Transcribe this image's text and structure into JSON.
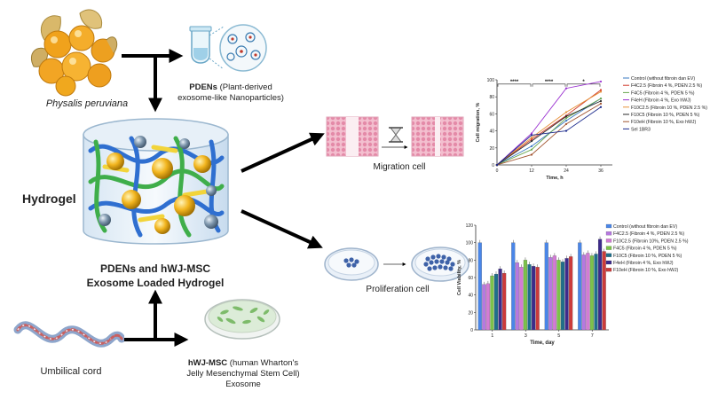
{
  "labels": {
    "physalis": "Physalis peruviana",
    "pdens_bold": "PDENs",
    "pdens_rest": " (Plant-derived exosome-like Nanoparticles)",
    "hydrogel": "Hydrogel",
    "hydrogel_caption_line1": "PDENs and hWJ-MSC",
    "hydrogel_caption_line2": "Exosome Loaded Hydrogel",
    "umbilical": "Umbilical cord",
    "hwj_bold": "hWJ-MSC",
    "hwj_rest": " (human Wharton's Jelly Mesenchymal Stem Cell) Exosome",
    "migration": "Migration cell",
    "proliferation": "Proliferation cell"
  },
  "migration_chart": {
    "ylabel": "Cell migration, %",
    "xlabel": "Time, h",
    "xticks": [
      "0",
      "12",
      "24",
      "36"
    ],
    "yticks": [
      "0",
      "20",
      "40",
      "60",
      "80",
      "100"
    ],
    "significance": [
      "****",
      "****",
      "*"
    ],
    "legend": [
      "Control (without fibroin dan EV)",
      "F4C2.5 (Fibroin 4 %, PDEN 2.5 %)",
      "F4C5 (Fibroin 4 %, PDEN 5 %)",
      "F4eH (Fibroin 4 %, Exo hWJ)",
      "F10C2.5 (Fibroin 10 %, PDEN 2.5 %)",
      "F10C5 (Fibroin 10 %, PDEN 5 %)",
      "F10eH (Fibroin 10 %, Exo hWJ)",
      "Sel 1BR3"
    ],
    "colors": [
      "#3a78c2",
      "#d1392b",
      "#6aa84f",
      "#9a30d0",
      "#e69138",
      "#2a2a2a",
      "#a0522d",
      "#1b2a8c"
    ]
  },
  "proliferation_chart": {
    "ylabel": "Cell Viability, %",
    "xlabel": "Time, day",
    "xticks": [
      "1",
      "3",
      "5",
      "7"
    ],
    "yticks": [
      "0",
      "20",
      "40",
      "60",
      "80",
      "100",
      "120"
    ],
    "legend": [
      "Control (without fibroin dan EV)",
      "F4C2.5 (Fibroin 4 %, PDEN 2.5 %)",
      "F10C2.5 (Fibroin 10%, PDEN 2.5 %)",
      "F4C5 (Fibroin 4 %, PDEN 5 %)",
      "F10C5 (Fibroin 10 %, PDEN 5 %)",
      "F4eH (Fibroin 4 %, Exo hWJ)",
      "F10eH (Fibroin 10 %, Exo hWJ)"
    ],
    "colors": [
      "#4a86e8",
      "#b678e0",
      "#d37bd5",
      "#7cc24a",
      "#1f6f8b",
      "#3d2b8c",
      "#cc3b3b"
    ]
  },
  "chart_data": [
    {
      "type": "line",
      "title": "",
      "xlabel": "Time, h",
      "ylabel": "Cell migration, %",
      "x": [
        0,
        12,
        24,
        36
      ],
      "xlim": [
        0,
        40
      ],
      "ylim": [
        0,
        100
      ],
      "series": [
        {
          "name": "Control (without fibroin dan EV)",
          "values": [
            0,
            22,
            52,
            78
          ]
        },
        {
          "name": "F4C2.5 (Fibroin 4 %, PDEN 2.5 %)",
          "values": [
            0,
            30,
            58,
            88
          ]
        },
        {
          "name": "F4C5 (Fibroin 4 %, PDEN 5 %)",
          "values": [
            0,
            18,
            55,
            78
          ]
        },
        {
          "name": "F4eH (Fibroin 4 %, Exo hWJ)",
          "values": [
            0,
            37,
            90,
            98
          ]
        },
        {
          "name": "F10C2.5 (Fibroin 10 %, PDEN 2.5 %)",
          "values": [
            0,
            32,
            62,
            86
          ]
        },
        {
          "name": "F10C5 (Fibroin 10 %, PDEN 5 %)",
          "values": [
            0,
            28,
            57,
            75
          ]
        },
        {
          "name": "F10eH (Fibroin 10 %, Exo hWJ)",
          "values": [
            0,
            12,
            48,
            72
          ]
        },
        {
          "name": "Sel 1BR3",
          "values": [
            0,
            35,
            40,
            68
          ]
        }
      ]
    },
    {
      "type": "bar",
      "title": "",
      "xlabel": "Time, day",
      "ylabel": "Cell Viability, %",
      "categories": [
        "1",
        "3",
        "5",
        "7"
      ],
      "ylim": [
        0,
        120
      ],
      "series": [
        {
          "name": "Control (without fibroin dan EV)",
          "values": [
            100,
            100,
            100,
            100
          ]
        },
        {
          "name": "F4C2.5 (Fibroin 4 %, PDEN 2.5 %)",
          "values": [
            52,
            77,
            83,
            86
          ]
        },
        {
          "name": "F10C2.5 (Fibroin 10%, PDEN 2.5 %)",
          "values": [
            53,
            72,
            85,
            88
          ]
        },
        {
          "name": "F4C5 (Fibroin 4 %, PDEN 5 %)",
          "values": [
            62,
            80,
            80,
            85
          ]
        },
        {
          "name": "F10C5 (Fibroin 10 %, PDEN 5 %)",
          "values": [
            64,
            75,
            78,
            87
          ]
        },
        {
          "name": "F4eH (Fibroin 4 %, Exo hWJ)",
          "values": [
            70,
            73,
            82,
            104
          ]
        },
        {
          "name": "F10eH (Fibroin 10 %, Exo hWJ)",
          "values": [
            65,
            72,
            84,
            90
          ]
        }
      ]
    }
  ]
}
